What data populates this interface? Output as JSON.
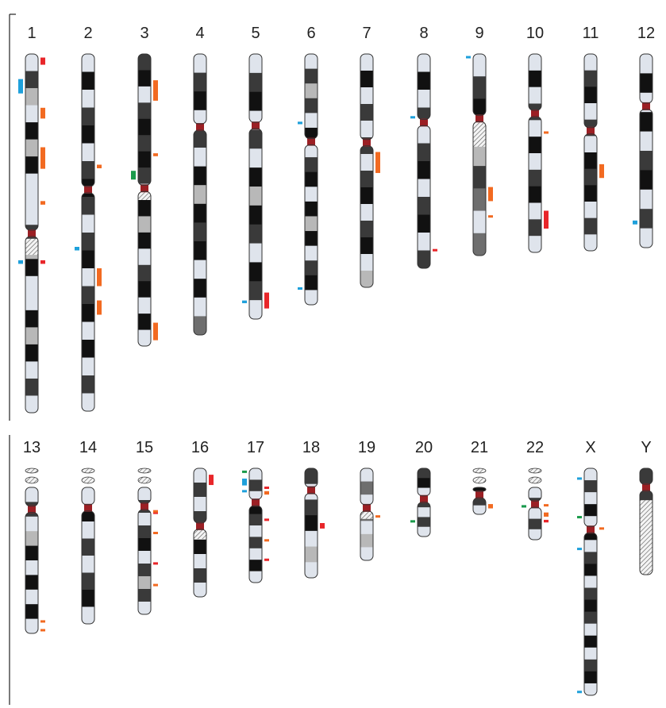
{
  "colors": {
    "black": "#111111",
    "dark": "#3a3a3a",
    "mid": "#6e6e6e",
    "light": "#b8b8b8",
    "white": "#dfe4ec",
    "centromere": "#9b1f24",
    "outline": "#333333",
    "red": "#e8262a",
    "orange": "#f26a21",
    "blue": "#1ea0db",
    "green": "#1a9a4a"
  },
  "legend_note": "",
  "chromosomes": [
    {
      "label": "1",
      "row": 1,
      "cen": 0.5,
      "satellite": false,
      "hatch": [
        0.515,
        0.56
      ],
      "bands": [
        "white",
        "dark",
        "light",
        "white",
        "black",
        "light",
        "black",
        "white",
        "white",
        "white",
        "dark",
        "light",
        "black",
        "white",
        "white",
        "black",
        "light",
        "black",
        "white",
        "dark",
        "white"
      ],
      "marks": [
        {
          "side": "R",
          "pos": 0.01,
          "len": 0.02,
          "color": "red"
        },
        {
          "side": "L",
          "pos": 0.07,
          "len": 0.04,
          "color": "blue"
        },
        {
          "side": "R",
          "pos": 0.15,
          "len": 0.03,
          "color": "orange"
        },
        {
          "side": "R",
          "pos": 0.26,
          "len": 0.06,
          "color": "orange"
        },
        {
          "side": "R",
          "pos": 0.41,
          "len": 0.01,
          "color": "orange"
        },
        {
          "side": "L",
          "pos": 0.575,
          "len": 0.01,
          "color": "blue"
        },
        {
          "side": "R",
          "pos": 0.575,
          "len": 0.01,
          "color": "red"
        }
      ]
    },
    {
      "label": "2",
      "row": 1,
      "cen": 0.38,
      "satellite": false,
      "hatch": null,
      "bands": [
        "white",
        "black",
        "white",
        "dark",
        "black",
        "white",
        "dark",
        "black",
        "dark",
        "white",
        "dark",
        "black",
        "white",
        "dark",
        "black",
        "white",
        "black",
        "white",
        "dark",
        "white"
      ],
      "marks": [
        {
          "side": "R",
          "pos": 0.31,
          "len": 0.01,
          "color": "orange"
        },
        {
          "side": "L",
          "pos": 0.54,
          "len": 0.01,
          "color": "blue"
        },
        {
          "side": "R",
          "pos": 0.6,
          "len": 0.05,
          "color": "orange"
        },
        {
          "side": "R",
          "pos": 0.69,
          "len": 0.04,
          "color": "orange"
        }
      ]
    },
    {
      "label": "3",
      "row": 1,
      "cen": 0.46,
      "satellite": false,
      "hatch": [
        0.47,
        0.5
      ],
      "bands": [
        "dark",
        "black",
        "white",
        "dark",
        "black",
        "dark",
        "black",
        "dark",
        "white",
        "black",
        "light",
        "black",
        "white",
        "dark",
        "black",
        "white",
        "black",
        "white"
      ],
      "marks": [
        {
          "side": "R",
          "pos": 0.09,
          "len": 0.07,
          "color": "orange"
        },
        {
          "side": "R",
          "pos": 0.34,
          "len": 0.01,
          "color": "orange"
        },
        {
          "side": "L",
          "pos": 0.4,
          "len": 0.03,
          "color": "green"
        },
        {
          "side": "R",
          "pos": 0.92,
          "len": 0.06,
          "color": "orange"
        }
      ]
    },
    {
      "label": "4",
      "row": 1,
      "cen": 0.26,
      "satellite": false,
      "hatch": null,
      "bands": [
        "white",
        "dark",
        "black",
        "white",
        "dark",
        "white",
        "black",
        "light",
        "black",
        "dark",
        "black",
        "white",
        "black",
        "white",
        "mid"
      ],
      "marks": []
    },
    {
      "label": "5",
      "row": 1,
      "cen": 0.27,
      "satellite": false,
      "hatch": null,
      "bands": [
        "white",
        "dark",
        "black",
        "white",
        "dark",
        "white",
        "black",
        "light",
        "black",
        "dark",
        "white",
        "black",
        "dark",
        "white"
      ],
      "marks": [
        {
          "side": "L",
          "pos": 0.93,
          "len": 0.01,
          "color": "blue"
        },
        {
          "side": "R",
          "pos": 0.9,
          "len": 0.06,
          "color": "red"
        },
        {
          "side": "R",
          "pos": 0.93,
          "len": 0.01,
          "color": "red"
        }
      ]
    },
    {
      "label": "6",
      "row": 1,
      "cen": 0.35,
      "satellite": false,
      "hatch": null,
      "bands": [
        "white",
        "dark",
        "light",
        "dark",
        "white",
        "black",
        "white",
        "dark",
        "black",
        "white",
        "black",
        "light",
        "black",
        "white",
        "dark",
        "black",
        "white"
      ],
      "marks": [
        {
          "side": "L",
          "pos": 0.27,
          "len": 0.01,
          "color": "blue"
        },
        {
          "side": "L",
          "pos": 0.93,
          "len": 0.01,
          "color": "blue"
        }
      ]
    },
    {
      "label": "7",
      "row": 1,
      "cen": 0.38,
      "satellite": false,
      "hatch": null,
      "bands": [
        "white",
        "black",
        "white",
        "dark",
        "white",
        "dark",
        "white",
        "dark",
        "black",
        "white",
        "dark",
        "black",
        "white",
        "light"
      ],
      "marks": [
        {
          "side": "R",
          "pos": 0.42,
          "len": 0.09,
          "color": "orange"
        }
      ]
    },
    {
      "label": "8",
      "row": 1,
      "cen": 0.32,
      "satellite": false,
      "hatch": null,
      "bands": [
        "white",
        "black",
        "white",
        "dark",
        "white",
        "dark",
        "black",
        "white",
        "dark",
        "black",
        "white",
        "dark"
      ],
      "marks": [
        {
          "side": "L",
          "pos": 0.29,
          "len": 0.01,
          "color": "blue"
        },
        {
          "side": "R",
          "pos": 0.91,
          "len": 0.01,
          "color": "red"
        }
      ]
    },
    {
      "label": "9",
      "row": 1,
      "cen": 0.32,
      "satellite": false,
      "hatch": [
        0.34,
        0.46
      ],
      "bands": [
        "white",
        "dark",
        "black",
        "white",
        "light",
        "dark",
        "mid",
        "white",
        "mid"
      ],
      "marks": [
        {
          "side": "L",
          "pos": 0.01,
          "len": 0.01,
          "color": "blue"
        },
        {
          "side": "R",
          "pos": 0.66,
          "len": 0.07,
          "color": "orange"
        },
        {
          "side": "R",
          "pos": 0.8,
          "len": 0.01,
          "color": "orange"
        }
      ]
    },
    {
      "label": "10",
      "row": 1,
      "cen": 0.3,
      "satellite": false,
      "hatch": null,
      "bands": [
        "white",
        "black",
        "white",
        "dark",
        "white",
        "black",
        "white",
        "dark",
        "black",
        "white",
        "dark",
        "white"
      ],
      "marks": [
        {
          "side": "R",
          "pos": 0.39,
          "len": 0.01,
          "color": "orange"
        },
        {
          "side": "R",
          "pos": 0.79,
          "len": 0.09,
          "color": "red"
        }
      ]
    },
    {
      "label": "11",
      "row": 1,
      "cen": 0.39,
      "satellite": false,
      "hatch": null,
      "bands": [
        "white",
        "dark",
        "black",
        "white",
        "dark",
        "white",
        "black",
        "dark",
        "black",
        "white",
        "dark",
        "white"
      ],
      "marks": [
        {
          "side": "R",
          "pos": 0.56,
          "len": 0.07,
          "color": "orange"
        }
      ]
    },
    {
      "label": "12",
      "row": 1,
      "cen": 0.27,
      "satellite": false,
      "hatch": null,
      "bands": [
        "white",
        "black",
        "white",
        "black",
        "white",
        "dark",
        "black",
        "white",
        "dark",
        "white"
      ],
      "marks": [
        {
          "side": "L",
          "pos": 0.86,
          "len": 0.02,
          "color": "blue"
        }
      ]
    },
    {
      "label": "13",
      "row": 2,
      "cen": 0.15,
      "satellite": true,
      "hatch": null,
      "bands": [
        "white",
        "dark",
        "white",
        "light",
        "black",
        "white",
        "black",
        "white",
        "black",
        "white"
      ],
      "marks": [
        {
          "side": "R",
          "pos": 0.91,
          "len": 0.01,
          "color": "orange"
        },
        {
          "side": "R",
          "pos": 0.97,
          "len": 0.01,
          "color": "orange"
        }
      ]
    },
    {
      "label": "14",
      "row": 2,
      "cen": 0.15,
      "satellite": true,
      "hatch": null,
      "bands": [
        "white",
        "black",
        "white",
        "dark",
        "white",
        "dark",
        "black",
        "white"
      ],
      "marks": []
    },
    {
      "label": "15",
      "row": 2,
      "cen": 0.15,
      "satellite": true,
      "hatch": null,
      "bands": [
        "white",
        "dark",
        "white",
        "dark",
        "black",
        "white",
        "dark",
        "light",
        "dark",
        "white"
      ],
      "marks": [
        {
          "side": "R",
          "pos": 0.18,
          "len": 0.03,
          "color": "red"
        },
        {
          "side": "R",
          "pos": 0.18,
          "len": 0.01,
          "color": "orange"
        },
        {
          "side": "R",
          "pos": 0.35,
          "len": 0.01,
          "color": "orange"
        },
        {
          "side": "R",
          "pos": 0.59,
          "len": 0.01,
          "color": "red"
        },
        {
          "side": "R",
          "pos": 0.76,
          "len": 0.01,
          "color": "orange"
        }
      ]
    },
    {
      "label": "16",
      "row": 2,
      "cen": 0.45,
      "satellite": false,
      "hatch": [
        0.47,
        0.55
      ],
      "bands": [
        "white",
        "dark",
        "white",
        "dark",
        "light",
        "black",
        "white",
        "dark",
        "white"
      ],
      "marks": [
        {
          "side": "R",
          "pos": 0.05,
          "len": 0.08,
          "color": "red"
        }
      ]
    },
    {
      "label": "17",
      "row": 2,
      "cen": 0.3,
      "satellite": false,
      "hatch": null,
      "bands": [
        "white",
        "dark",
        "white",
        "black",
        "dark",
        "white",
        "dark",
        "white",
        "black",
        "white"
      ],
      "marks": [
        {
          "side": "L",
          "pos": 0.02,
          "len": 0.01,
          "color": "green"
        },
        {
          "side": "L",
          "pos": 0.09,
          "len": 0.06,
          "color": "blue"
        },
        {
          "side": "L",
          "pos": 0.19,
          "len": 0.02,
          "color": "blue"
        },
        {
          "side": "R",
          "pos": 0.16,
          "len": 0.01,
          "color": "red"
        },
        {
          "side": "R",
          "pos": 0.2,
          "len": 0.03,
          "color": "orange"
        },
        {
          "side": "R",
          "pos": 0.44,
          "len": 0.02,
          "color": "red"
        },
        {
          "side": "R",
          "pos": 0.62,
          "len": 0.01,
          "color": "orange"
        },
        {
          "side": "R",
          "pos": 0.79,
          "len": 0.02,
          "color": "red"
        }
      ]
    },
    {
      "label": "18",
      "row": 2,
      "cen": 0.2,
      "satellite": false,
      "hatch": null,
      "bands": [
        "dark",
        "white",
        "dark",
        "black",
        "white",
        "light",
        "white"
      ],
      "marks": [
        {
          "side": "R",
          "pos": 0.5,
          "len": 0.05,
          "color": "red"
        }
      ]
    },
    {
      "label": "19",
      "row": 2,
      "cen": 0.43,
      "satellite": false,
      "hatch": [
        0.44,
        0.55
      ],
      "bands": [
        "white",
        "mid",
        "white",
        "mid",
        "white",
        "light",
        "white"
      ],
      "marks": [
        {
          "side": "R",
          "pos": 0.51,
          "len": 0.01,
          "color": "orange"
        }
      ]
    },
    {
      "label": "20",
      "row": 2,
      "cen": 0.45,
      "satellite": false,
      "hatch": null,
      "bands": [
        "dark",
        "black",
        "white",
        "dark",
        "white",
        "dark",
        "white"
      ],
      "marks": [
        {
          "side": "L",
          "pos": 0.76,
          "len": 0.02,
          "color": "green"
        }
      ]
    },
    {
      "label": "21",
      "row": 2,
      "cen": 0.27,
      "satellite": true,
      "hatch": null,
      "bands": [
        "black",
        "dark",
        "white"
      ],
      "marks": [
        {
          "side": "R",
          "pos": 0.62,
          "len": 0.16,
          "color": "orange"
        }
      ]
    },
    {
      "label": "22",
      "row": 2,
      "cen": 0.32,
      "satellite": true,
      "hatch": null,
      "bands": [
        "white",
        "dark",
        "white",
        "dark",
        "white"
      ],
      "marks": [
        {
          "side": "L",
          "pos": 0.34,
          "len": 0.02,
          "color": "blue"
        },
        {
          "side": "L",
          "pos": 0.34,
          "len": 0.02,
          "color": "green"
        },
        {
          "side": "R",
          "pos": 0.32,
          "len": 0.02,
          "color": "orange"
        },
        {
          "side": "R",
          "pos": 0.48,
          "len": 0.08,
          "color": "orange"
        },
        {
          "side": "R",
          "pos": 0.62,
          "len": 0.05,
          "color": "red"
        }
      ]
    },
    {
      "label": "X",
      "row": 2,
      "cen": 0.27,
      "satellite": false,
      "hatch": null,
      "bands": [
        "white",
        "dark",
        "white",
        "black",
        "white",
        "black",
        "white",
        "dark",
        "black",
        "white",
        "dark",
        "black",
        "dark",
        "white",
        "black",
        "white",
        "dark",
        "black",
        "white"
      ],
      "marks": [
        {
          "side": "L",
          "pos": 0.04,
          "len": 0.01,
          "color": "blue"
        },
        {
          "side": "L",
          "pos": 0.21,
          "len": 0.01,
          "color": "green"
        },
        {
          "side": "R",
          "pos": 0.26,
          "len": 0.01,
          "color": "orange"
        },
        {
          "side": "L",
          "pos": 0.35,
          "len": 0.01,
          "color": "blue"
        },
        {
          "side": "L",
          "pos": 0.98,
          "len": 0.01,
          "color": "blue"
        }
      ]
    },
    {
      "label": "Y",
      "row": 2,
      "cen": 0.18,
      "satellite": false,
      "hatch": [
        0.3,
        1.0
      ],
      "bands": [
        "dark",
        "white",
        "white"
      ],
      "marks": []
    }
  ]
}
